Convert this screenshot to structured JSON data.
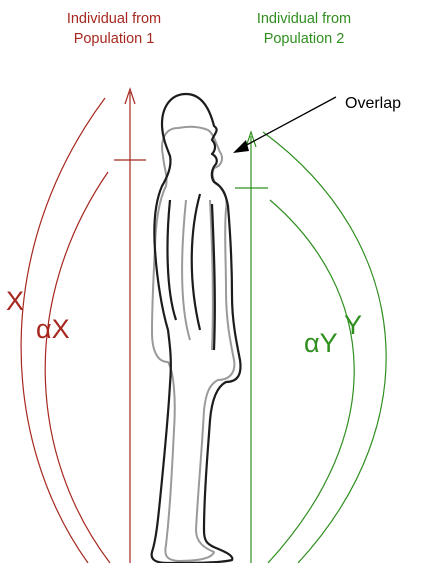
{
  "population1": {
    "title_line1": "Individual from",
    "title_line2": "Population 1",
    "color": "#a6281f"
  },
  "population2": {
    "title_line1": "Individual from",
    "title_line2": "Population 2",
    "color": "#2f8f1f"
  },
  "labels": {
    "x": "X",
    "alpha_x": "αX",
    "y": "Y",
    "alpha_y": "αY",
    "overlap": "Overlap"
  },
  "colors": {
    "figure_pop1": "#1c1c1c",
    "figure_pop2": "#9a9a9a",
    "pointer": "#000000"
  }
}
